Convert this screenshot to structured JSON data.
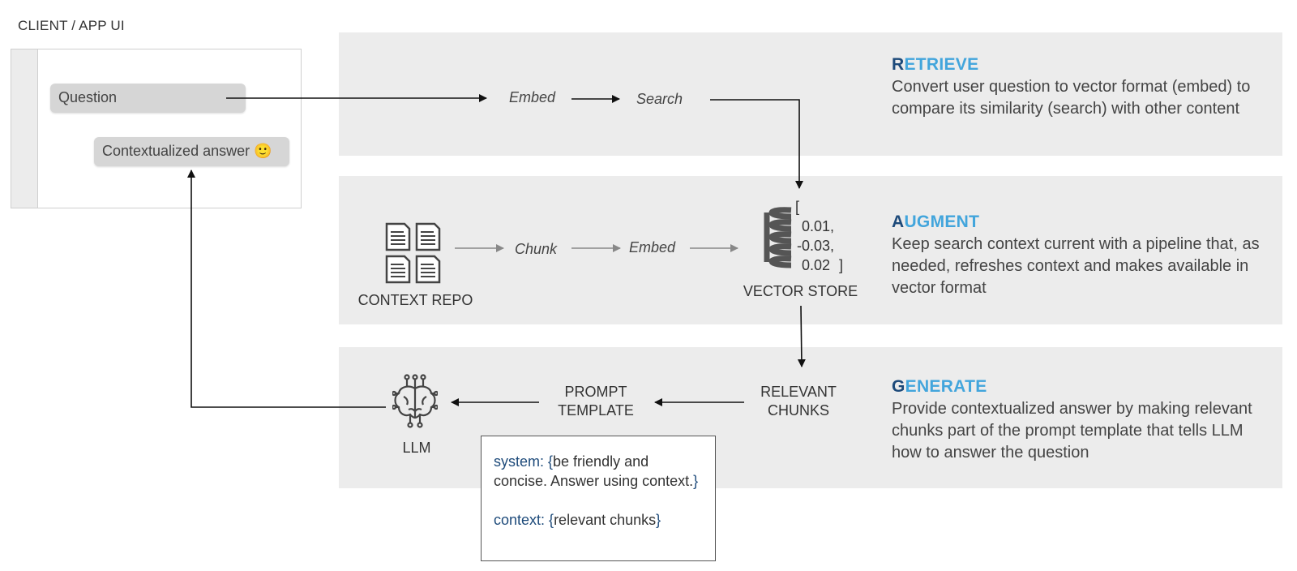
{
  "client": {
    "title": "CLIENT / APP UI",
    "question": "Question",
    "answer": "Contextualized answer 🙂"
  },
  "retrieve": {
    "steps": [
      "Embed",
      "Search"
    ],
    "heading_initial": "R",
    "heading_rest": "ETRIEVE",
    "description": "Convert user question to vector format (embed) to compare its similarity (search) with other content"
  },
  "augment": {
    "repo_label": "CONTEXT REPO",
    "steps": [
      "Chunk",
      "Embed"
    ],
    "vector": {
      "open": "[",
      "values": [
        "0.01,",
        "-0.03,",
        "0.02"
      ],
      "close": "]"
    },
    "store_label": "VECTOR STORE",
    "heading_initial": "A",
    "heading_rest": "UGMENT",
    "description": "Keep search context current with a pipeline that, as needed, refreshes context and makes available in vector format"
  },
  "generate": {
    "llm_label": "LLM",
    "prompt_label": [
      "PROMPT",
      "TEMPLATE"
    ],
    "chunks_label": [
      "RELEVANT",
      "CHUNKS"
    ],
    "heading_initial": "G",
    "heading_rest": "ENERATE",
    "description": "Provide contextualized answer by making relevant chunks part of the prompt template that tells LLM how to answer the question"
  },
  "prompt_box": {
    "system_key": "system: ",
    "system_open": "{",
    "system_value": "be friendly and concise. Answer using context.",
    "system_close": "}",
    "context_key": "context: ",
    "context_open": "{",
    "context_value": "relevant chunks",
    "context_close": "}"
  },
  "colors": {
    "band": "#ececec",
    "heading_initial": "#1d4a7a",
    "heading_rest": "#42a5dc",
    "arrow": "#111111",
    "arrow_light": "#888888"
  },
  "icons": [
    "document-icon",
    "database-icon",
    "brain-circuit-icon",
    "smile-emoji"
  ]
}
